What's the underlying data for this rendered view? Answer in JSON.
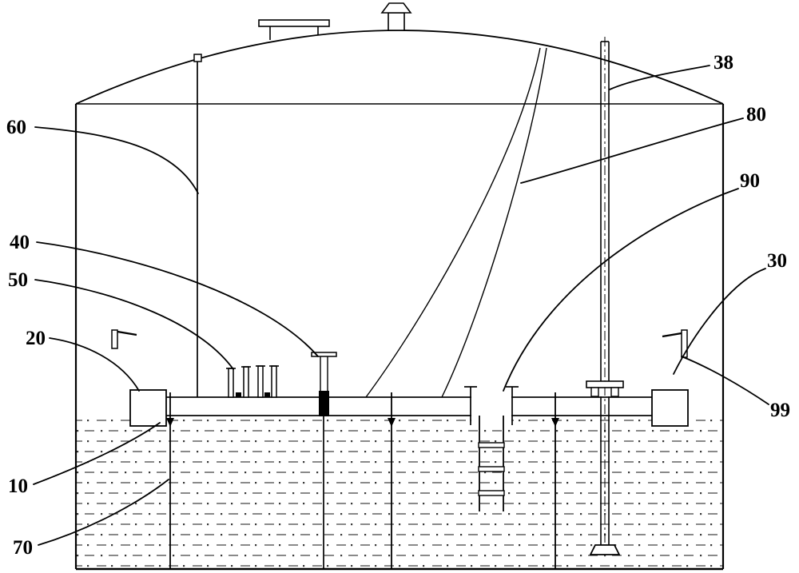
{
  "diagram": {
    "background": "#ffffff",
    "line_color": "#000000",
    "hatch_color": "#3a3a3a"
  },
  "labels": {
    "n10": "10",
    "n20": "20",
    "n30": "30",
    "n38": "38",
    "n40": "40",
    "n50": "50",
    "n60": "60",
    "n70": "70",
    "n80": "80",
    "n90": "90",
    "n99": "99"
  }
}
